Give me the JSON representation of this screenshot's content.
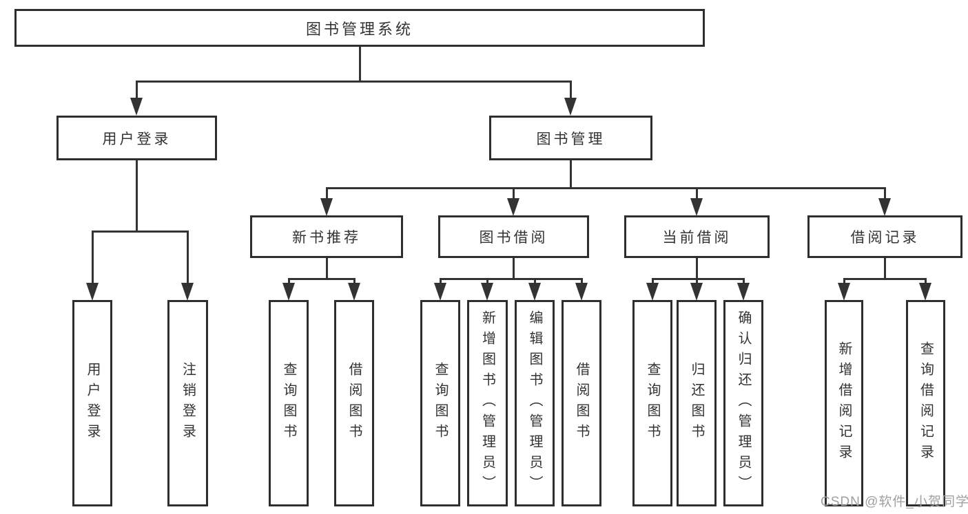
{
  "tree": {
    "label": "图书管理系统",
    "children": [
      {
        "label": "用户登录",
        "children": [
          {
            "label": "用户登录"
          },
          {
            "label": "注销登录"
          }
        ]
      },
      {
        "label": "图书管理",
        "children": [
          {
            "label": "新书推荐",
            "children": [
              {
                "label": "查询图书"
              },
              {
                "label": "借阅图书"
              }
            ]
          },
          {
            "label": "图书借阅",
            "children": [
              {
                "label": "查询图书"
              },
              {
                "label": "新增图书（管理员）"
              },
              {
                "label": "编辑图书（管理员）"
              },
              {
                "label": "借阅图书"
              }
            ]
          },
          {
            "label": "当前借阅",
            "children": [
              {
                "label": "查询图书"
              },
              {
                "label": "归还图书"
              },
              {
                "label": "确认归还（管理员）"
              }
            ]
          },
          {
            "label": "借阅记录",
            "children": [
              {
                "label": "新增借阅记录"
              },
              {
                "label": "查询借阅记录"
              }
            ]
          }
        ]
      }
    ]
  },
  "watermark": {
    "text": "CSDN @软件_小贺同学",
    "color": "#a0a0a0"
  },
  "colors": {
    "line": "#333333",
    "box_border": "#2e2e2e",
    "box_fill": "#ffffff",
    "text": "#333333",
    "background": "#ffffff"
  }
}
